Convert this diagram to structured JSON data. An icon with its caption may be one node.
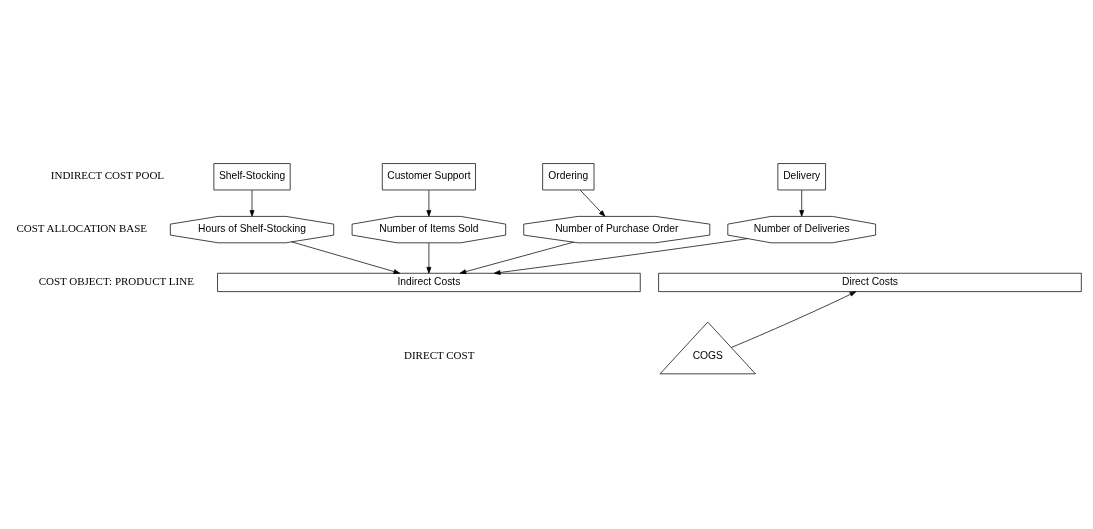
{
  "diagram": {
    "nodes": [
      {
        "text": [
          "Ordering"
        ]
      },
      {
        "text": [
          "Delivery"
        ]
      },
      {
        "text": [
          "Shelf-Stocking"
        ]
      },
      {
        "text": [
          "Customer Support"
        ]
      },
      {
        "text": [
          "Number of Purchase Order"
        ]
      },
      {
        "text": [
          "Number of Deliveries"
        ]
      },
      {
        "text": [
          "Hours of Shelf-Stocking"
        ]
      },
      {
        "text": [
          "Number of Items Sold"
        ]
      },
      {
        "text": [
          "Indirect Costs"
        ]
      },
      {
        "text": [
          "Direct Costs"
        ]
      },
      {
        "text": [
          "COGS"
        ]
      }
    ],
    "edges": [
      {
        "from": 0,
        "to": 4,
        "arrow": "to"
      },
      {
        "from": 1,
        "to": 5,
        "arrow": "to"
      },
      {
        "from": 2,
        "to": 6,
        "arrow": "to"
      },
      {
        "from": 3,
        "to": 7,
        "arrow": "to"
      },
      {
        "from": 4,
        "to": 8,
        "arrow": "to"
      },
      {
        "from": 5,
        "to": 8,
        "arrow": "to"
      },
      {
        "from": 6,
        "to": 8,
        "arrow": "to"
      },
      {
        "from": 7,
        "to": 8,
        "arrow": "to"
      },
      {
        "from": 10,
        "to": 9,
        "arrow": "to"
      }
    ],
    "labels": [
      "INDIRECT COST POOL",
      "COST ALLOCATION BASE",
      "COST OBJECT: PRODUCT LINE",
      "DIRECT COST"
    ]
  }
}
